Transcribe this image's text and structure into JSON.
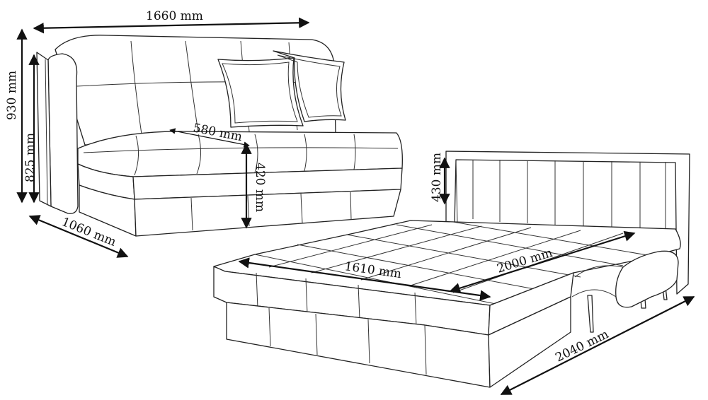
{
  "colors": {
    "line": "#222222",
    "background": "#ffffff"
  },
  "dimensions": {
    "sofa_width": "1660 mm",
    "sofa_height": "930 mm",
    "armrest_height": "825 mm",
    "sofa_depth": "1060 mm",
    "seat_depth": "580 mm",
    "seat_height": "420 mm",
    "bed_back_height": "430 mm",
    "bed_width": "1610 mm",
    "bed_length": "2000 mm",
    "bed_total_length": "2040 mm"
  }
}
